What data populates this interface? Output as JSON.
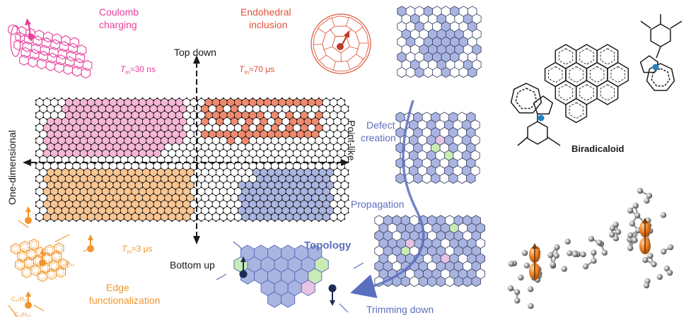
{
  "colors": {
    "pink": "#e8409a",
    "pink_fill": "#f7b6d6",
    "red": "#e0523a",
    "red_fill": "#f08a6e",
    "orange": "#f2962c",
    "orange_fill": "#f9c592",
    "blue": "#5b6fbf",
    "blue_fill": "#a9b4e0",
    "green_fill": "#c8ecb4",
    "black": "#1a1a1a",
    "gray": "#8a8a8a"
  },
  "labels": {
    "coulomb": [
      "Coulomb",
      "charging"
    ],
    "endohedral": [
      "Endohedral",
      "inclusion"
    ],
    "top_down": "Top down",
    "bottom_up": "Bottom up",
    "one_dimensional": "One-dimensional",
    "point_like": "Point-like",
    "tm_pink_prefix": "T",
    "tm_pink_sub": "m",
    "tm_pink_value": "≈30 ns",
    "tm_red_value": "≈70 μs",
    "tm_orange_value": "≈3 μs",
    "edge": [
      "Edge",
      "functionalization"
    ],
    "topology": "Topology",
    "defect": [
      "Defect",
      "creation"
    ],
    "propagation": "Propagation",
    "trimming": "Trimming down",
    "biradicaloid": "Biradicaloid",
    "c12h25": "C₁₂H₂₅"
  }
}
